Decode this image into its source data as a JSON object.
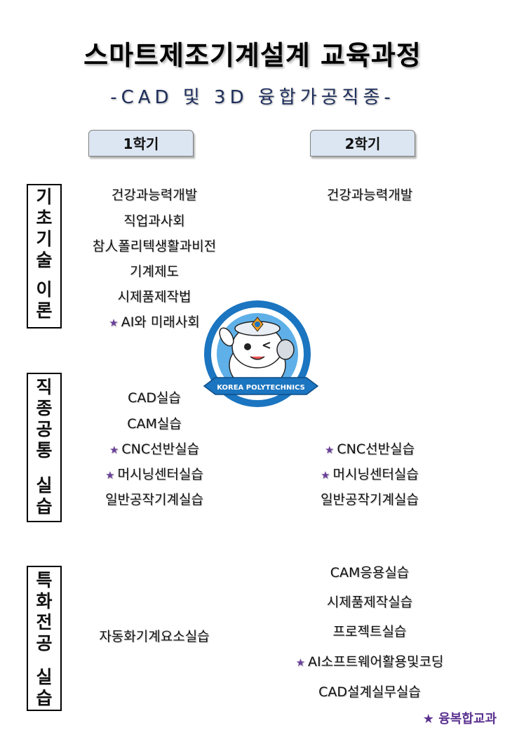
{
  "title": "스마트제조기계설계 교육과정",
  "subtitle": "-CAD 및 3D 융합가공직종-",
  "semesters": {
    "first": "1학기",
    "second": "2학기"
  },
  "categories": {
    "basic": [
      "기",
      "초",
      "기",
      "술",
      "",
      "이",
      "론"
    ],
    "common": [
      "직",
      "종",
      "공",
      "통",
      "",
      "실",
      "습"
    ],
    "special": [
      "특",
      "화",
      "전",
      "공",
      "",
      "실",
      "습"
    ]
  },
  "star_symbol": "★",
  "courses": {
    "basic_1": [
      "건강과능력개발",
      "직업과사회",
      "참人폴리텍생활과비전",
      "기계제도",
      "시제품제작법",
      "AI와 미래사회"
    ],
    "basic_2": [
      "건강과능력개발"
    ],
    "common_1": [
      "CAD실습",
      "CAM실습",
      "CNC선반실습",
      "머시닝센터실습",
      "일반공작기계실습"
    ],
    "common_2": [
      "CNC선반실습",
      "머시닝센터실습",
      "일반공작기계실습"
    ],
    "special_1": [
      "자동화기계요소실습"
    ],
    "special_2": [
      "CAM응용실습",
      "시제품제작실습",
      "프로젝트실습",
      "AI소프트웨어활용및코딩",
      "CAD설계실무실습"
    ]
  },
  "logo": {
    "text": "KOREA POLYTECHNICS",
    "icon": "mascot-logo"
  },
  "legend": "★ 융복합교과",
  "colors": {
    "accent": "#1f2f5c",
    "star": "#6a3f9a",
    "semester_fill": "#dce6f2",
    "logo_blue": "#1b75c0"
  }
}
